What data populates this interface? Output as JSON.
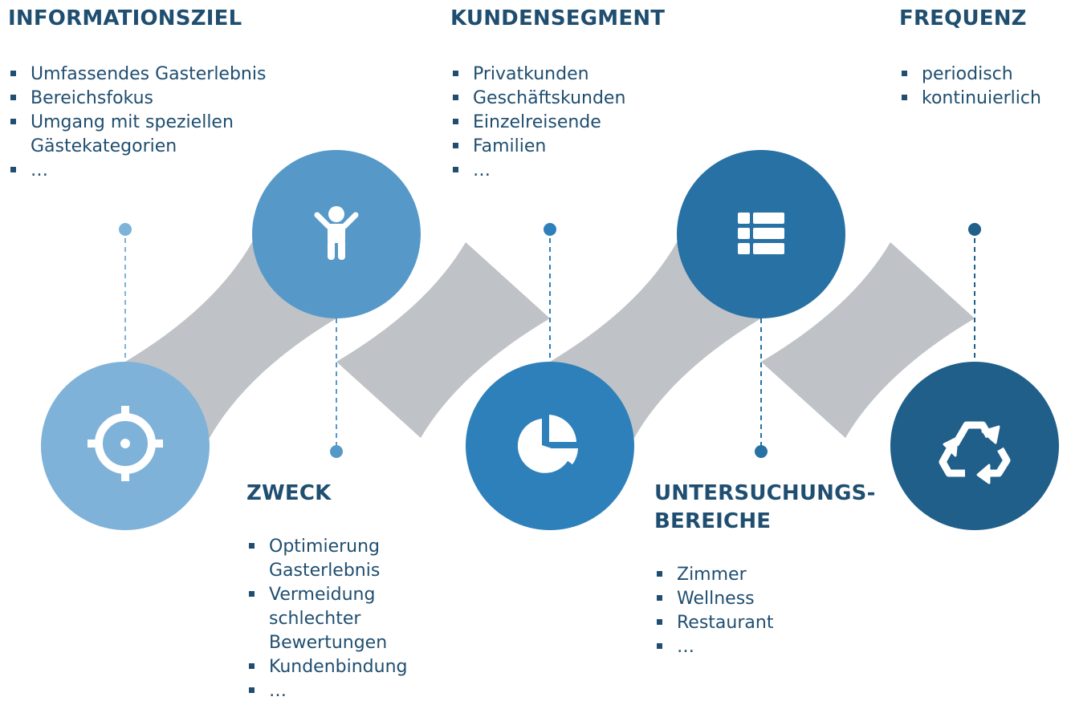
{
  "colors": {
    "connector": "#bfc3c7",
    "dot_line": "#3f7fb3",
    "text": "#1f4e70"
  },
  "steps": [
    {
      "key": "informationsziel",
      "color": "#7fb2d8",
      "position": "bottom",
      "icon": "target-icon"
    },
    {
      "key": "zweck",
      "color": "#5699c9",
      "position": "top",
      "icon": "person-icon"
    },
    {
      "key": "kundensegment",
      "color": "#2e80ba",
      "position": "bottom",
      "icon": "pie-chart-icon"
    },
    {
      "key": "untersuchungsbereiche",
      "color": "#2871a4",
      "position": "top",
      "icon": "list-icon"
    },
    {
      "key": "frequenz",
      "color": "#1f5f8a",
      "position": "bottom",
      "icon": "recycle-icon"
    }
  ],
  "blocks": {
    "informationsziel": {
      "title": "INFORMATIONSZIEL",
      "items": [
        "Umfassendes Gasterlebnis",
        "Bereichsfokus",
        "Umgang mit speziellen Gästekategorien",
        "…"
      ]
    },
    "kundensegment": {
      "title": "KUNDENSEGMENT",
      "items": [
        "Privatkunden",
        "Geschäftskunden",
        "Einzelreisende",
        "Familien",
        "…"
      ]
    },
    "frequenz": {
      "title": "FREQUENZ",
      "items": [
        "periodisch",
        "kontinuierlich"
      ]
    },
    "zweck": {
      "title": "ZWECK",
      "items": [
        "Optimierung Gasterlebnis",
        "Vermeidung schlechter Bewertungen",
        "Kundenbindung",
        "…"
      ]
    },
    "untersuchungsbereiche": {
      "title_line1": "UNTERSUCHUNGS-",
      "title_line2": "BEREICHE",
      "items": [
        "Zimmer",
        "Wellness",
        "Restaurant",
        "…"
      ]
    }
  }
}
